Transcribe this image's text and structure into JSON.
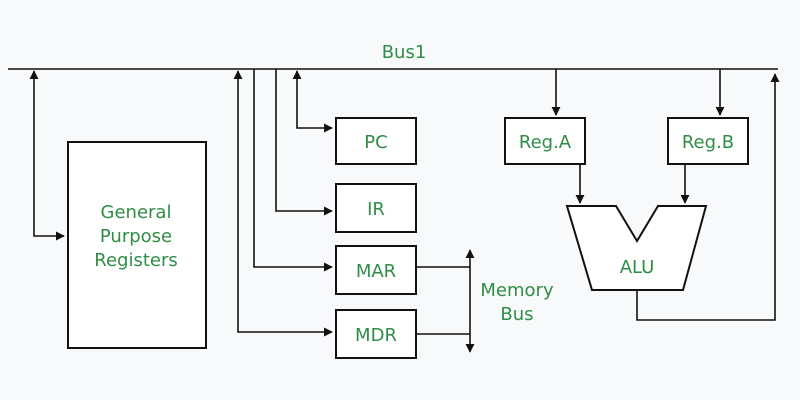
{
  "diagram": {
    "bus_label": "Bus1",
    "memory_bus_label": [
      "Memory",
      "Bus"
    ],
    "registers": {
      "gpr": [
        "General",
        "Purpose",
        "Registers"
      ],
      "pc": "PC",
      "ir": "IR",
      "mar": "MAR",
      "mdr": "MDR",
      "reg_a": "Reg.A",
      "reg_b": "Reg.B",
      "alu": "ALU"
    },
    "colors": {
      "background": "#f8f9fa",
      "label_green": "#2f8d46",
      "line": "#111111",
      "box_fill": "#ffffff"
    }
  }
}
